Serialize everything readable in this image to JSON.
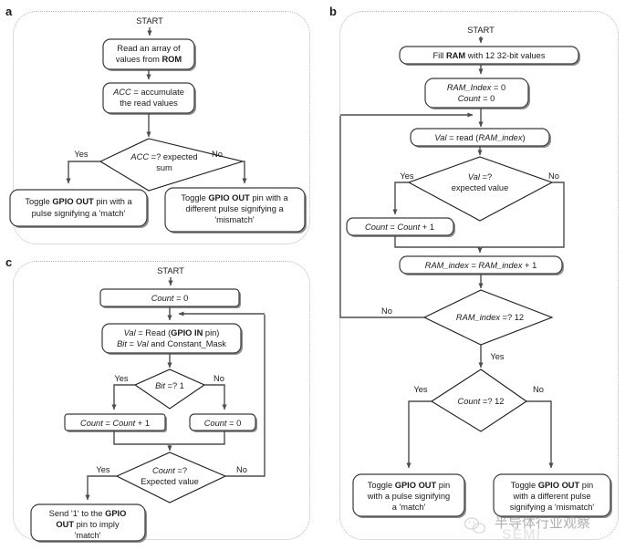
{
  "figure": {
    "panels": [
      {
        "id": "a",
        "label": "a"
      },
      {
        "id": "b",
        "label": "b"
      },
      {
        "id": "c",
        "label": "c"
      }
    ],
    "watermark": {
      "text": "半导体行业观察",
      "sub": "SEMI",
      "icon": "wechat-logo-icon"
    }
  },
  "panel_a": {
    "start": "START",
    "nodes": {
      "read_rom_l1": "Read an array of",
      "read_rom_l2_pre": "values from ",
      "read_rom_l2_bold": "ROM",
      "acc_l1_i": "ACC",
      "acc_l1_rest": " = accumulate",
      "acc_l2": "the read values",
      "decision_l1_i": "ACC",
      "decision_l1_rest": " =? expected",
      "decision_l2": "sum",
      "match_l1_pre": "Toggle ",
      "match_l1_bold": "GPIO OUT",
      "match_l1_post": " pin with a",
      "match_l2": "pulse signifying a 'match'",
      "mismatch_l1_pre": "Toggle ",
      "mismatch_l1_bold": "GPIO OUT",
      "mismatch_l1_post": " pin with a",
      "mismatch_l2": "different pulse signifying a",
      "mismatch_l3": "'mismatch'"
    },
    "branches": {
      "yes": "Yes",
      "no": "No"
    }
  },
  "panel_b": {
    "start": "START",
    "nodes": {
      "fill_ram_pre": "Fill ",
      "fill_ram_bold": "RAM",
      "fill_ram_post": " with 12 32-bit values",
      "init_l1_i": "RAM_Index",
      "init_l1_rest": " = 0",
      "init_l2_i": "Count",
      "init_l2_rest": " = 0",
      "read_i1": "Val",
      "read_mid": " = read (",
      "read_i2": "RAM_index",
      "read_end": ")",
      "dec_val_l1_i": "Val",
      "dec_val_l1_rest": " =?",
      "dec_val_l2": "expected value",
      "count_inc_i1": "Count",
      "count_inc_mid": " = ",
      "count_inc_i2": "Count",
      "count_inc_end": " + 1",
      "idx_inc_i1": "RAM_index",
      "idx_inc_mid": " = ",
      "idx_inc_i2": "RAM_index",
      "idx_inc_end": " + 1",
      "dec_idx_i": "RAM_index",
      "dec_idx_rest": " =? 12",
      "dec_count_i": "Count",
      "dec_count_rest": " =? 12",
      "match_l1_pre": "Toggle ",
      "match_l1_bold": "GPIO OUT",
      "match_l1_post": " pin",
      "match_l2": "with a pulse signifying",
      "match_l3": "a 'match'",
      "mismatch_l1_pre": "Toggle ",
      "mismatch_l1_bold": "GPIO OUT",
      "mismatch_l1_post": " pin",
      "mismatch_l2": "with a different pulse",
      "mismatch_l3": "signifying a 'mismatch'"
    },
    "branches": {
      "val_yes": "Yes",
      "val_no": "No",
      "idx_no": "No",
      "idx_yes": "Yes",
      "count_yes": "Yes",
      "count_no": "No"
    }
  },
  "panel_c": {
    "start": "START",
    "nodes": {
      "count_init_i": "Count",
      "count_init_rest": " = 0",
      "read_l1_i": "Val",
      "read_l1_mid": " = Read (",
      "read_l1_bold": "GPIO IN",
      "read_l1_end": " pin)",
      "read_l2_i1": "Bit",
      "read_l2_mid": " = ",
      "read_l2_i2": "Val",
      "read_l2_end": " and Constant_Mask",
      "dec_bit_i": "Bit",
      "dec_bit_rest": " =? 1",
      "count_inc_i1": "Count",
      "count_inc_mid": " = ",
      "count_inc_i2": "Count",
      "count_inc_end": " + 1",
      "count_zero_i": "Count",
      "count_zero_rest": " = 0",
      "dec_count_l1_i": "Count",
      "dec_count_l1_rest": " =?",
      "dec_count_l2": "Expected value",
      "send_l1_pre": "Send '1' to the ",
      "send_l1_bold": "GPIO",
      "send_l2_bold": "OUT",
      "send_l2_post": " pin to imply",
      "send_l3": "'match'"
    },
    "branches": {
      "bit_yes": "Yes",
      "bit_no": "No",
      "count_yes": "Yes",
      "count_no": "No"
    }
  },
  "colors": {
    "stroke": "#3a3a3a",
    "connector": "#4d4d4d",
    "frame": "#b8b8b8",
    "text": "#1a1a1a"
  }
}
